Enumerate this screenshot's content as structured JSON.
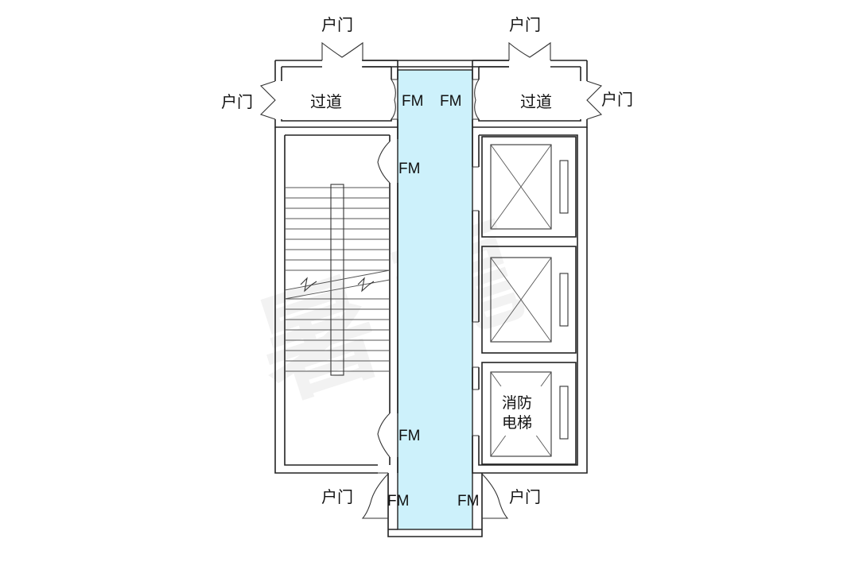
{
  "labels": {
    "door": "户门",
    "corridor": "过道",
    "fire_door": "FM",
    "fire_elevator_line1": "消防",
    "fire_elevator_line2": "电梯"
  },
  "colors": {
    "front_room_fill": "#cdf1fb",
    "wall_stroke": "#222222"
  }
}
